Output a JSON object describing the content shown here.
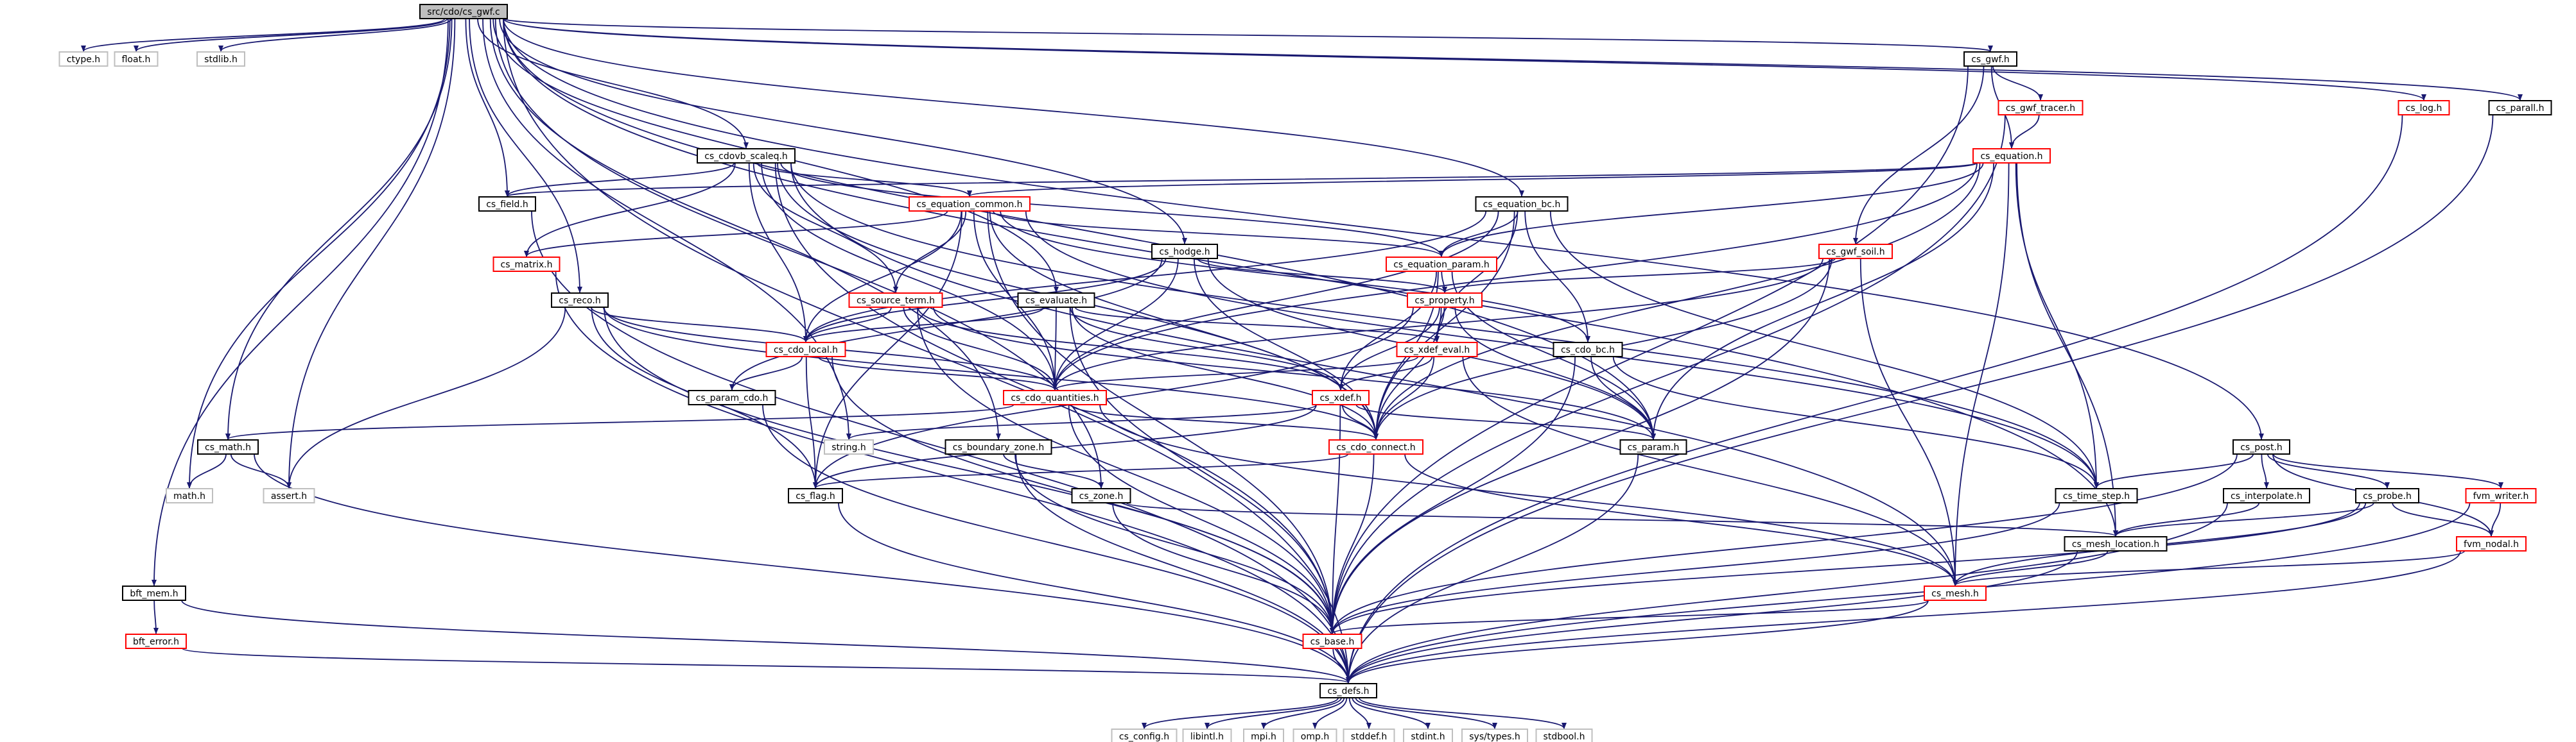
{
  "colors": {
    "edge": "#191970",
    "box_black": "#000000",
    "box_red": "#ff0000",
    "box_gray": "#bfbfbf",
    "root_fill": "#bfbfbf",
    "text": "#000000"
  },
  "nodes": [
    {
      "id": "root",
      "label": "src/cdo/cs_gwf.c",
      "style": "root"
    },
    {
      "id": "ctype",
      "label": "ctype.h",
      "style": "gray"
    },
    {
      "id": "float",
      "label": "float.h",
      "style": "gray"
    },
    {
      "id": "stdlib",
      "label": "stdlib.h",
      "style": "gray"
    },
    {
      "id": "cdovb",
      "label": "cs_cdovb_scaleq.h",
      "style": "black"
    },
    {
      "id": "gwf",
      "label": "cs_gwf.h",
      "style": "black"
    },
    {
      "id": "gwftracer",
      "label": "cs_gwf_tracer.h",
      "style": "red"
    },
    {
      "id": "log",
      "label": "cs_log.h",
      "style": "red"
    },
    {
      "id": "parall",
      "label": "cs_parall.h",
      "style": "black"
    },
    {
      "id": "equation",
      "label": "cs_equation.h",
      "style": "red"
    },
    {
      "id": "field",
      "label": "cs_field.h",
      "style": "black"
    },
    {
      "id": "eqcommon",
      "label": "cs_equation_common.h",
      "style": "red"
    },
    {
      "id": "eqbc",
      "label": "cs_equation_bc.h",
      "style": "black"
    },
    {
      "id": "matrix",
      "label": "cs_matrix.h",
      "style": "red"
    },
    {
      "id": "eqparam",
      "label": "cs_equation_param.h",
      "style": "red"
    },
    {
      "id": "hodge",
      "label": "cs_hodge.h",
      "style": "black"
    },
    {
      "id": "gwfsoil",
      "label": "cs_gwf_soil.h",
      "style": "red"
    },
    {
      "id": "reco",
      "label": "cs_reco.h",
      "style": "black"
    },
    {
      "id": "srcterm",
      "label": "cs_source_term.h",
      "style": "red"
    },
    {
      "id": "evaluate",
      "label": "cs_evaluate.h",
      "style": "black"
    },
    {
      "id": "property",
      "label": "cs_property.h",
      "style": "red"
    },
    {
      "id": "cdolocal",
      "label": "cs_cdo_local.h",
      "style": "red"
    },
    {
      "id": "xdefeval",
      "label": "cs_xdef_eval.h",
      "style": "red"
    },
    {
      "id": "cdobc",
      "label": "cs_cdo_bc.h",
      "style": "black"
    },
    {
      "id": "paramcdo",
      "label": "cs_param_cdo.h",
      "style": "black"
    },
    {
      "id": "cdoquant",
      "label": "cs_cdo_quantities.h",
      "style": "red"
    },
    {
      "id": "xdef",
      "label": "cs_xdef.h",
      "style": "red"
    },
    {
      "id": "csmath",
      "label": "cs_math.h",
      "style": "black"
    },
    {
      "id": "stringh",
      "label": "string.h",
      "style": "gray"
    },
    {
      "id": "bndzone",
      "label": "cs_boundary_zone.h",
      "style": "black"
    },
    {
      "id": "cdoconn",
      "label": "cs_cdo_connect.h",
      "style": "red"
    },
    {
      "id": "param",
      "label": "cs_param.h",
      "style": "black"
    },
    {
      "id": "post",
      "label": "cs_post.h",
      "style": "black"
    },
    {
      "id": "mathh",
      "label": "math.h",
      "style": "gray"
    },
    {
      "id": "asserth",
      "label": "assert.h",
      "style": "gray"
    },
    {
      "id": "flag",
      "label": "cs_flag.h",
      "style": "black"
    },
    {
      "id": "zone",
      "label": "cs_zone.h",
      "style": "black"
    },
    {
      "id": "timestep",
      "label": "cs_time_step.h",
      "style": "black"
    },
    {
      "id": "interp",
      "label": "cs_interpolate.h",
      "style": "black"
    },
    {
      "id": "probe",
      "label": "cs_probe.h",
      "style": "black"
    },
    {
      "id": "fvmwriter",
      "label": "fvm_writer.h",
      "style": "red"
    },
    {
      "id": "meshloc",
      "label": "cs_mesh_location.h",
      "style": "black"
    },
    {
      "id": "fvmnodal",
      "label": "fvm_nodal.h",
      "style": "red"
    },
    {
      "id": "bftmem",
      "label": "bft_mem.h",
      "style": "black"
    },
    {
      "id": "mesh",
      "label": "cs_mesh.h",
      "style": "red"
    },
    {
      "id": "bfterror",
      "label": "bft_error.h",
      "style": "red"
    },
    {
      "id": "base",
      "label": "cs_base.h",
      "style": "red"
    },
    {
      "id": "defs",
      "label": "cs_defs.h",
      "style": "black"
    },
    {
      "id": "config",
      "label": "cs_config.h",
      "style": "gray"
    },
    {
      "id": "libintl",
      "label": "libintl.h",
      "style": "gray"
    },
    {
      "id": "mpi",
      "label": "mpi.h",
      "style": "gray"
    },
    {
      "id": "omp",
      "label": "omp.h",
      "style": "gray"
    },
    {
      "id": "stddef",
      "label": "stddef.h",
      "style": "gray"
    },
    {
      "id": "stdint",
      "label": "stdint.h",
      "style": "gray"
    },
    {
      "id": "systypes",
      "label": "sys/types.h",
      "style": "gray"
    },
    {
      "id": "stdbool",
      "label": "stdbool.h",
      "style": "gray"
    }
  ],
  "edges": [
    [
      "root",
      "ctype"
    ],
    [
      "root",
      "float"
    ],
    [
      "root",
      "stdlib"
    ],
    [
      "root",
      "cdovb"
    ],
    [
      "root",
      "gwf"
    ],
    [
      "root",
      "log"
    ],
    [
      "root",
      "parall"
    ],
    [
      "root",
      "field"
    ],
    [
      "root",
      "eqbc"
    ],
    [
      "root",
      "hodge"
    ],
    [
      "root",
      "reco"
    ],
    [
      "root",
      "evaluate"
    ],
    [
      "root",
      "csmath"
    ],
    [
      "root",
      "stringh"
    ],
    [
      "root",
      "bndzone"
    ],
    [
      "root",
      "param"
    ],
    [
      "root",
      "post"
    ],
    [
      "root",
      "mathh"
    ],
    [
      "root",
      "asserth"
    ],
    [
      "root",
      "bftmem"
    ],
    [
      "root",
      "defs"
    ],
    [
      "root",
      "zone"
    ],
    [
      "root",
      "meshloc"
    ],
    [
      "gwf",
      "gwftracer"
    ],
    [
      "gwf",
      "equation"
    ],
    [
      "gwf",
      "gwfsoil"
    ],
    [
      "gwf",
      "base"
    ],
    [
      "gwftracer",
      "equation"
    ],
    [
      "gwftracer",
      "base"
    ],
    [
      "log",
      "defs"
    ],
    [
      "parall",
      "defs"
    ],
    [
      "cdovb",
      "field"
    ],
    [
      "cdovb",
      "eqcommon"
    ],
    [
      "cdovb",
      "matrix"
    ],
    [
      "cdovb",
      "srcterm"
    ],
    [
      "cdovb",
      "cdolocal"
    ],
    [
      "cdovb",
      "cdoquant"
    ],
    [
      "cdovb",
      "cdoconn"
    ],
    [
      "cdovb",
      "timestep"
    ],
    [
      "cdovb",
      "eqparam"
    ],
    [
      "cdovb",
      "base"
    ],
    [
      "cdovb",
      "mesh"
    ],
    [
      "equation",
      "field"
    ],
    [
      "equation",
      "eqcommon"
    ],
    [
      "equation",
      "eqparam"
    ],
    [
      "equation",
      "cdoquant"
    ],
    [
      "equation",
      "cdoconn"
    ],
    [
      "equation",
      "param"
    ],
    [
      "equation",
      "timestep"
    ],
    [
      "equation",
      "mesh"
    ],
    [
      "equation",
      "meshloc"
    ],
    [
      "field",
      "defs"
    ],
    [
      "eqcommon",
      "matrix"
    ],
    [
      "eqcommon",
      "eqparam"
    ],
    [
      "eqcommon",
      "srcterm"
    ],
    [
      "eqcommon",
      "cdolocal"
    ],
    [
      "eqcommon",
      "cdoquant"
    ],
    [
      "eqcommon",
      "cdoconn"
    ],
    [
      "eqcommon",
      "flag"
    ],
    [
      "eqcommon",
      "timestep"
    ],
    [
      "eqcommon",
      "base"
    ],
    [
      "eqcommon",
      "cdobc"
    ],
    [
      "eqbc",
      "eqparam"
    ],
    [
      "eqbc",
      "cdobc"
    ],
    [
      "eqbc",
      "cdolocal"
    ],
    [
      "eqbc",
      "cdoquant"
    ],
    [
      "eqbc",
      "cdoconn"
    ],
    [
      "eqbc",
      "xdefeval"
    ],
    [
      "eqbc",
      "timestep"
    ],
    [
      "matrix",
      "defs"
    ],
    [
      "eqparam",
      "property"
    ],
    [
      "eqparam",
      "param"
    ],
    [
      "eqparam",
      "cdoconn"
    ],
    [
      "eqparam",
      "xdef"
    ],
    [
      "hodge",
      "property"
    ],
    [
      "hodge",
      "cdolocal"
    ],
    [
      "hodge",
      "cdoquant"
    ],
    [
      "hodge",
      "cdoconn"
    ],
    [
      "hodge",
      "paramcdo"
    ],
    [
      "hodge",
      "param"
    ],
    [
      "gwfsoil",
      "property"
    ],
    [
      "gwfsoil",
      "cdoquant"
    ],
    [
      "gwfsoil",
      "cdoconn"
    ],
    [
      "gwfsoil",
      "mesh"
    ],
    [
      "gwfsoil",
      "base"
    ],
    [
      "reco",
      "cdolocal"
    ],
    [
      "reco",
      "cdoquant"
    ],
    [
      "reco",
      "cdoconn"
    ],
    [
      "reco",
      "flag"
    ],
    [
      "reco",
      "asserth"
    ],
    [
      "reco",
      "base"
    ],
    [
      "srcterm",
      "cdolocal"
    ],
    [
      "srcterm",
      "cdoquant"
    ],
    [
      "srcterm",
      "xdef"
    ],
    [
      "srcterm",
      "param"
    ],
    [
      "srcterm",
      "base"
    ],
    [
      "evaluate",
      "cdolocal"
    ],
    [
      "evaluate",
      "cdoquant"
    ],
    [
      "evaluate",
      "cdoconn"
    ],
    [
      "evaluate",
      "xdef"
    ],
    [
      "evaluate",
      "xdefeval"
    ],
    [
      "evaluate",
      "base"
    ],
    [
      "property",
      "xdef"
    ],
    [
      "property",
      "xdefeval"
    ],
    [
      "property",
      "cdoconn"
    ],
    [
      "property",
      "param"
    ],
    [
      "property",
      "flag"
    ],
    [
      "cdolocal",
      "cdoquant"
    ],
    [
      "cdolocal",
      "paramcdo"
    ],
    [
      "cdolocal",
      "flag"
    ],
    [
      "cdolocal",
      "base"
    ],
    [
      "xdefeval",
      "xdef"
    ],
    [
      "xdefeval",
      "cdoquant"
    ],
    [
      "xdefeval",
      "cdoconn"
    ],
    [
      "xdefeval",
      "mesh"
    ],
    [
      "cdobc",
      "param"
    ],
    [
      "cdobc",
      "timestep"
    ],
    [
      "cdobc",
      "base"
    ],
    [
      "paramcdo",
      "defs"
    ],
    [
      "cdoquant",
      "csmath"
    ],
    [
      "cdoquant",
      "cdoconn"
    ],
    [
      "cdoquant",
      "base"
    ],
    [
      "cdoquant",
      "mesh"
    ],
    [
      "xdef",
      "param"
    ],
    [
      "xdef",
      "cdoconn"
    ],
    [
      "xdef",
      "stringh"
    ],
    [
      "xdef",
      "flag"
    ],
    [
      "xdef",
      "base"
    ],
    [
      "csmath",
      "mathh"
    ],
    [
      "csmath",
      "asserth"
    ],
    [
      "csmath",
      "defs"
    ],
    [
      "bndzone",
      "zone"
    ],
    [
      "bndzone",
      "base"
    ],
    [
      "bndzone",
      "defs"
    ],
    [
      "cdoconn",
      "flag"
    ],
    [
      "cdoconn",
      "base"
    ],
    [
      "cdoconn",
      "mesh"
    ],
    [
      "param",
      "defs"
    ],
    [
      "post",
      "timestep"
    ],
    [
      "post",
      "interp"
    ],
    [
      "post",
      "probe"
    ],
    [
      "post",
      "fvmwriter"
    ],
    [
      "post",
      "fvmnodal"
    ],
    [
      "post",
      "base"
    ],
    [
      "flag",
      "defs"
    ],
    [
      "zone",
      "meshloc"
    ],
    [
      "zone",
      "base"
    ],
    [
      "timestep",
      "base"
    ],
    [
      "interp",
      "meshloc"
    ],
    [
      "interp",
      "defs"
    ],
    [
      "probe",
      "meshloc"
    ],
    [
      "probe",
      "mesh"
    ],
    [
      "probe",
      "fvmnodal"
    ],
    [
      "probe",
      "base"
    ],
    [
      "fvmwriter",
      "fvmnodal"
    ],
    [
      "fvmwriter",
      "defs"
    ],
    [
      "meshloc",
      "mesh"
    ],
    [
      "meshloc",
      "defs"
    ],
    [
      "fvmnodal",
      "mesh"
    ],
    [
      "fvmnodal",
      "defs"
    ],
    [
      "bftmem",
      "bfterror"
    ],
    [
      "bftmem",
      "defs"
    ],
    [
      "mesh",
      "base"
    ],
    [
      "mesh",
      "defs"
    ],
    [
      "bfterror",
      "defs"
    ],
    [
      "base",
      "defs"
    ],
    [
      "defs",
      "config"
    ],
    [
      "defs",
      "libintl"
    ],
    [
      "defs",
      "mpi"
    ],
    [
      "defs",
      "omp"
    ],
    [
      "defs",
      "stddef"
    ],
    [
      "defs",
      "stdint"
    ],
    [
      "defs",
      "systypes"
    ],
    [
      "defs",
      "stdbool"
    ]
  ]
}
